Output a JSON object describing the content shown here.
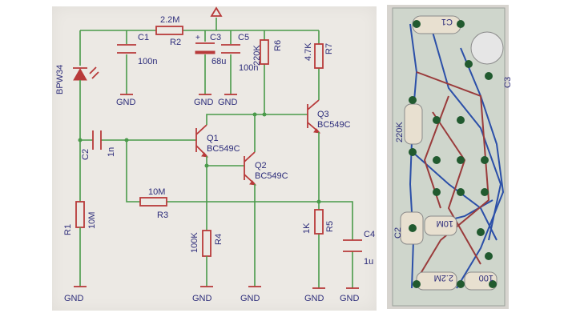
{
  "schematic": {
    "supply": "V+",
    "labels": {
      "r2_val": "2.2M",
      "r2": "R2",
      "c1": "C1",
      "c1_val": "100n",
      "c3": "C3",
      "c3_val": "68u",
      "c5": "C5",
      "c5_val": "100n",
      "r6": "R6",
      "r6_val": "220K",
      "r7": "R7",
      "r7_val": "4.7K",
      "d1": "BPW34",
      "c2": "C2",
      "c2_val": "1n",
      "q1": "Q1",
      "q1_part": "BC549C",
      "q2": "Q2",
      "q2_part": "BC549C",
      "q3": "Q3",
      "q3_part": "BC549C",
      "r3_val": "10M",
      "r3": "R3",
      "r1": "R1",
      "r1_val": "10M",
      "r4": "R4",
      "r4_val": "100K",
      "r5": "R5",
      "r5_val": "1K",
      "c4": "C4",
      "c4_val": "1u",
      "gnd": "GND"
    }
  },
  "pcb": {
    "labels": {
      "c1": "C1",
      "c3": "C3",
      "r6": "220K",
      "c2": "C2",
      "r1": "10M",
      "r2": "2.2M",
      "r3": "100"
    }
  },
  "colors": {
    "wire": "#4a9a4a",
    "part": "#b83a3a",
    "text": "#2c2c7a",
    "pcb_trace_blue": "#2b4fa8",
    "pcb_trace_red": "#9a3b3b",
    "pcb_pad": "#215a2f"
  }
}
